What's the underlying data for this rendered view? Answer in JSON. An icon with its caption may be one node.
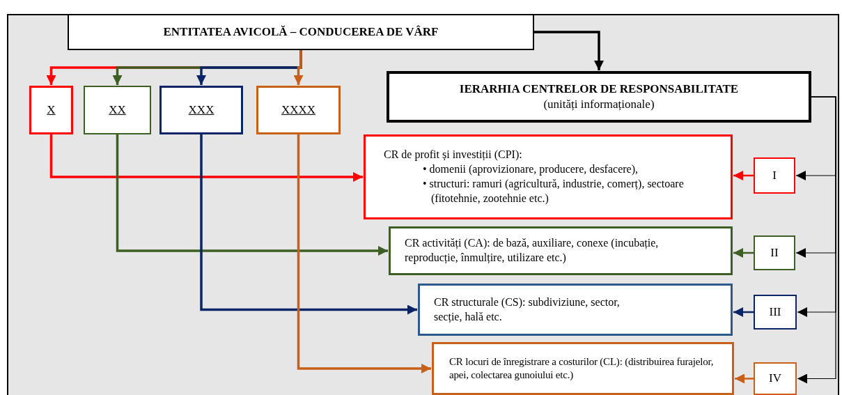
{
  "diagram": {
    "nodes": [
      {
        "text": [
          "ENTITATEA AVICOLĂ – CONDUCEREA DE VÂRF"
        ]
      },
      {
        "text": [
          "X"
        ]
      },
      {
        "text": [
          "XX"
        ]
      },
      {
        "text": [
          "XXX"
        ]
      },
      {
        "text": [
          "XXXX"
        ]
      },
      {
        "text": [
          "IERARHIA CENTRELOR DE RESPONSABILITATE",
          "(unități informaționale)"
        ]
      },
      {
        "text": [
          "CR de profit și investiții (CPI):",
          "• domenii (aprovizionare, producere, desfacere),",
          "• structuri: ramuri (agricultură, industrie, comerț), sectoare (fitotehnie, zootehnie etc.)"
        ]
      },
      {
        "text": [
          "I"
        ]
      },
      {
        "text": [
          "CR activități (CA): de bază, auxiliare, conexe (incubație, reproducție, înmulțire, utilizare etc.)"
        ]
      },
      {
        "text": [
          "II"
        ]
      },
      {
        "text": [
          "CR structurale (CS): subdiviziune, sector, secție, hală etc."
        ]
      },
      {
        "text": [
          "III"
        ]
      },
      {
        "text": [
          "CR locuri de înregistrare a costurilor (CL): (distribuirea furajelor, apei, colectarea gunoiului etc.)"
        ]
      },
      {
        "text": [
          "IV"
        ]
      }
    ],
    "edges": [
      {
        "from": 0,
        "to": 1,
        "arrow": "to",
        "color": "#ff0000"
      },
      {
        "from": 0,
        "to": 2,
        "arrow": "to",
        "color": "#3e5f23"
      },
      {
        "from": 0,
        "to": 3,
        "arrow": "to",
        "color": "#0a2466"
      },
      {
        "from": 0,
        "to": 4,
        "arrow": "to",
        "color": "#c8601a"
      },
      {
        "from": 0,
        "to": 5,
        "arrow": "to",
        "color": "#000000"
      },
      {
        "from": 1,
        "to": 6,
        "arrow": "to",
        "color": "#ff0000"
      },
      {
        "from": 2,
        "to": 8,
        "arrow": "to",
        "color": "#3e5f23"
      },
      {
        "from": 3,
        "to": 10,
        "arrow": "to",
        "color": "#0a2466"
      },
      {
        "from": 4,
        "to": 12,
        "arrow": "to",
        "color": "#c8601a"
      },
      {
        "from": 5,
        "to": 7,
        "arrow": "to",
        "color": "#000000"
      },
      {
        "from": 5,
        "to": 9,
        "arrow": "to",
        "color": "#000000"
      },
      {
        "from": 5,
        "to": 11,
        "arrow": "to",
        "color": "#000000"
      },
      {
        "from": 5,
        "to": 13,
        "arrow": "to",
        "color": "#000000"
      },
      {
        "from": 7,
        "to": 6,
        "arrow": "to",
        "color": "#ff0000"
      },
      {
        "from": 9,
        "to": 8,
        "arrow": "to",
        "color": "#3e5f23"
      },
      {
        "from": 11,
        "to": 10,
        "arrow": "to",
        "color": "#0a2466"
      },
      {
        "from": 13,
        "to": 12,
        "arrow": "to",
        "color": "#c8601a"
      }
    ]
  }
}
